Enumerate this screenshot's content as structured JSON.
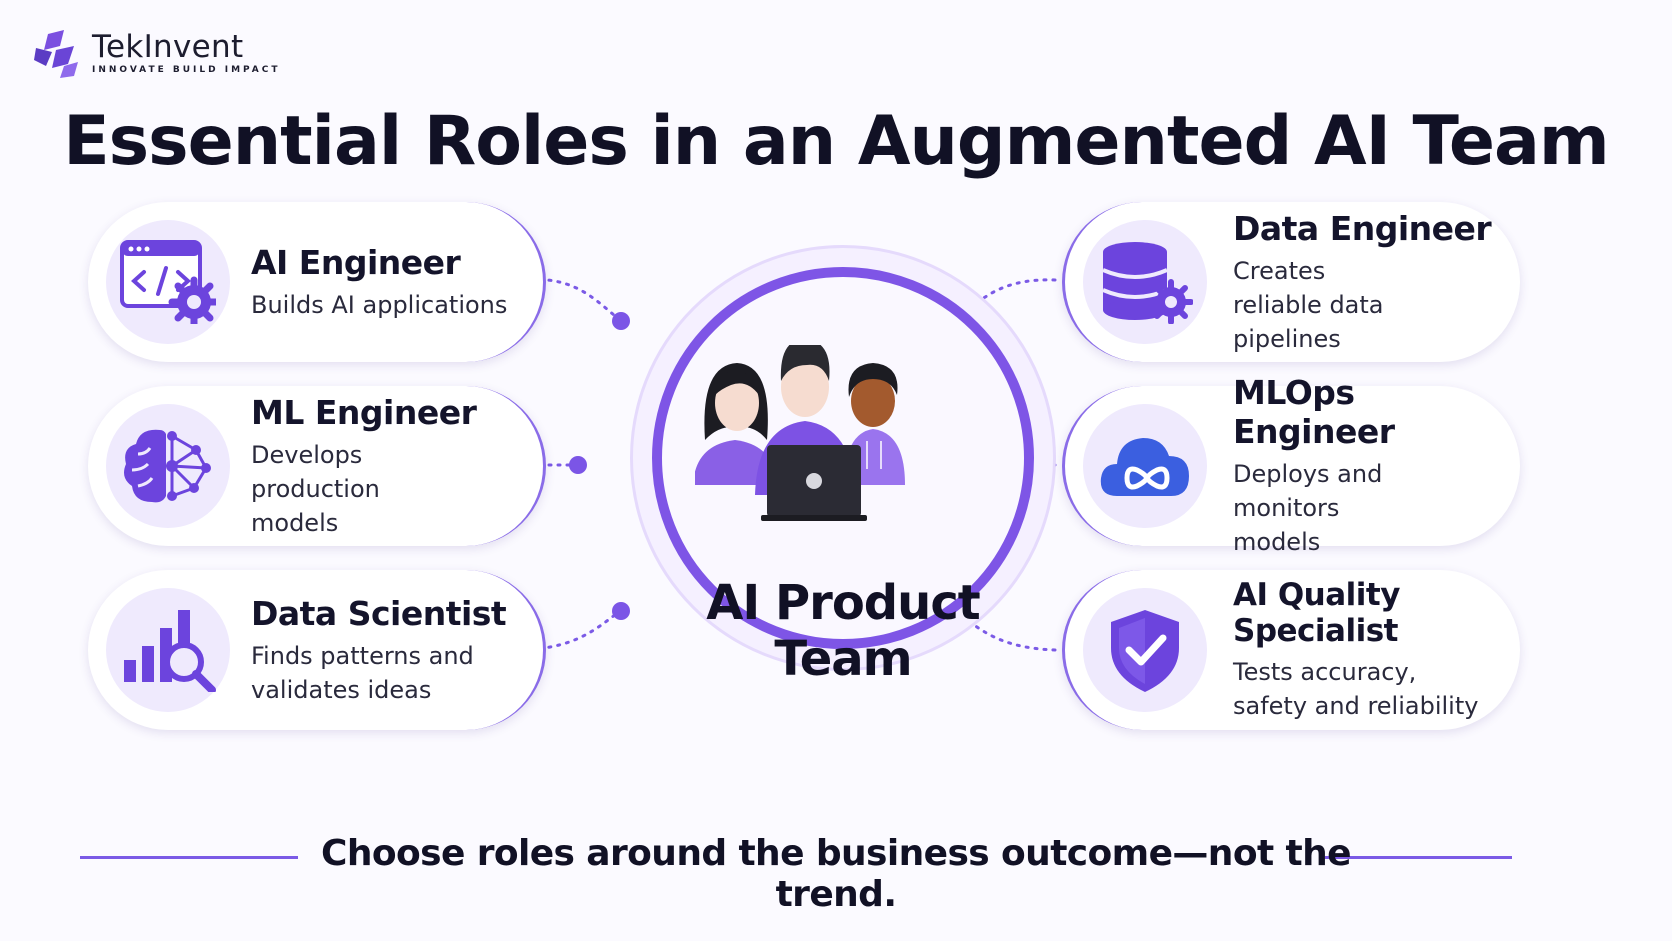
{
  "brand": {
    "name": "TekInvent",
    "tagline": "INNOVATE  BUILD  IMPACT"
  },
  "title": "Essential Roles in an Augmented AI Team",
  "hub": {
    "line1": "AI Product",
    "line2": "Team"
  },
  "roles_left": [
    {
      "title": "AI Engineer",
      "desc": "Builds AI applications",
      "icon": "code-gear-icon"
    },
    {
      "title": "ML Engineer",
      "desc": "Develops production models",
      "icon": "brain-network-icon"
    },
    {
      "title": "Data Scientist",
      "desc": "Finds patterns and validates ideas",
      "icon": "chart-magnifier-icon"
    }
  ],
  "roles_right": [
    {
      "title": "Data Engineer",
      "desc": "Creates reliable data pipelines",
      "icon": "database-gear-icon"
    },
    {
      "title": "MLOps Engineer",
      "desc": "Deploys and monitors models",
      "icon": "cloud-infinity-icon"
    },
    {
      "title": "AI Quality Specialist",
      "desc": "Tests accuracy, safety and reliability",
      "icon": "shield-check-icon"
    }
  ],
  "footer": "Choose roles around the business outcome—not the trend.",
  "colors": {
    "accent": "#7e55e6",
    "accent_light": "#efeafd",
    "text": "#14142b",
    "background": "#fbfaff"
  }
}
